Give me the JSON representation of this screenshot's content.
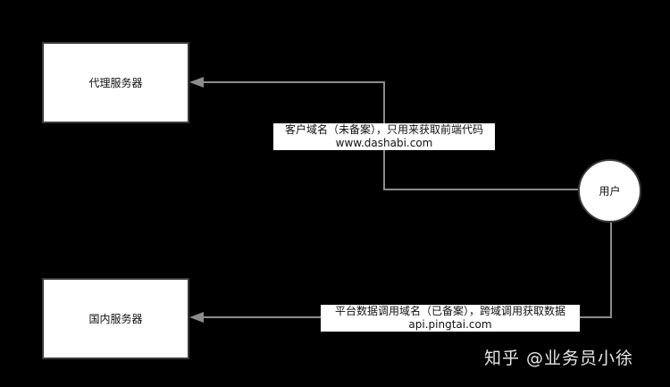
{
  "nodes": {
    "proxy_server": "代理服务器",
    "domestic_server": "国内服务器",
    "user": "用户"
  },
  "edges": {
    "top": {
      "line1": "客户域名（未备案），只用来获取前端代码",
      "line2": "www.dashabi.com"
    },
    "bottom": {
      "line1": "平台数据调用域名（已备案），跨域调用获取数据",
      "line2": "api.pingtai.com"
    }
  },
  "watermark": "知乎 @业务员小徐",
  "colors": {
    "background": "#000000",
    "node_fill": "#ffffff",
    "connector": "#8c8c8c"
  }
}
